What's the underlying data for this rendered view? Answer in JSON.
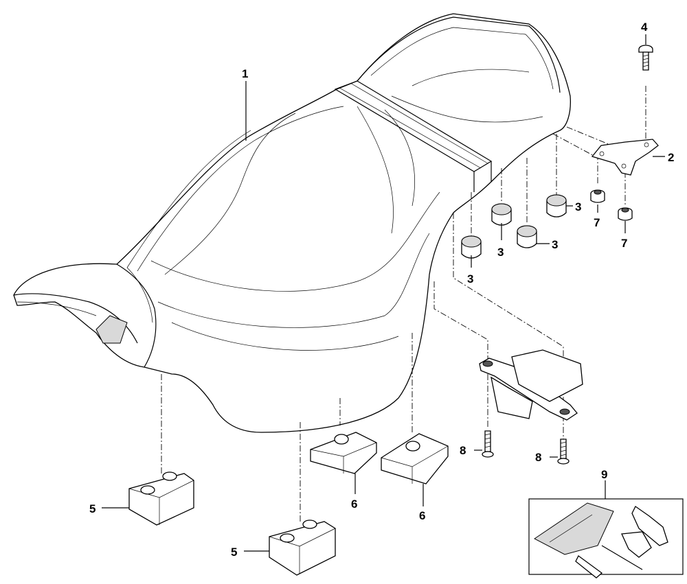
{
  "callouts": {
    "c1": "1",
    "c2": "2",
    "c3a": "3",
    "c3b": "3",
    "c3c": "3",
    "c3d": "3",
    "c4": "4",
    "c5a": "5",
    "c5b": "5",
    "c6a": "6",
    "c6b": "6",
    "c7a": "7",
    "c7b": "7",
    "c8a": "8",
    "c8b": "8",
    "c9": "9"
  }
}
